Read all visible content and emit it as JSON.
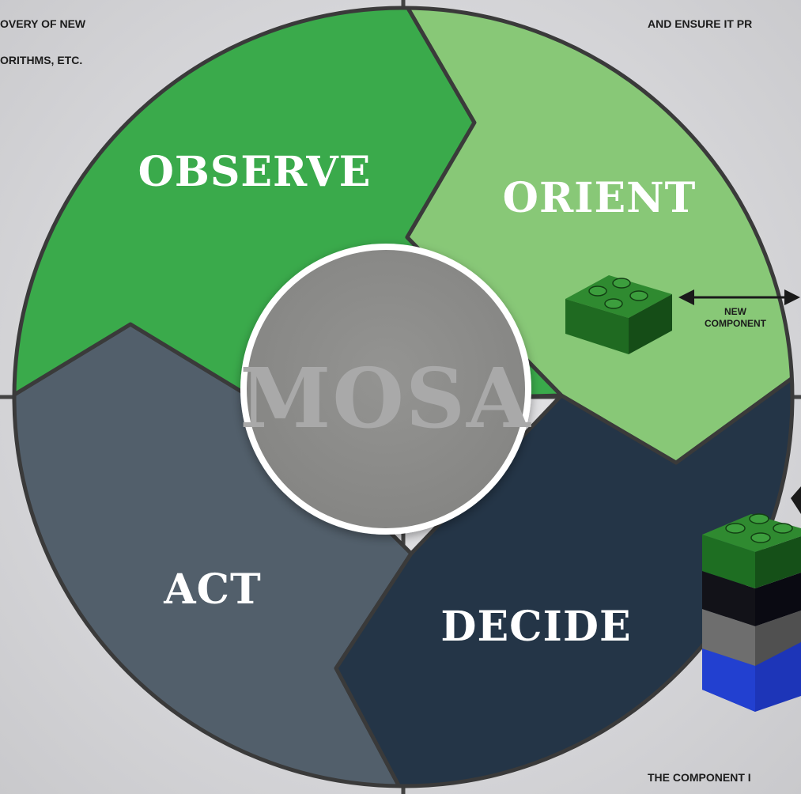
{
  "phases": {
    "observe": "OBSERVE",
    "orient": "ORIENT",
    "decide": "DECIDE",
    "act": "ACT"
  },
  "hub": "MOSA",
  "notes": {
    "top_left_line1": "OVERY OF NEW",
    "top_left_line2": "ORITHMS, ETC.",
    "top_right": "AND ENSURE IT PR",
    "bottom_right": "THE COMPONENT I"
  },
  "component_label_line1": "NEW",
  "component_label_line2": "COMPONENT",
  "icons": [
    "lego-brick-icon",
    "lego-stack-icon",
    "double-arrow-icon"
  ],
  "colors": {
    "observe": "#3aaa4b",
    "orient": "#88c877",
    "decide": "#243547",
    "act": "#525f6b",
    "hub": "#8b8b89",
    "outline": "#3a3a3a"
  }
}
